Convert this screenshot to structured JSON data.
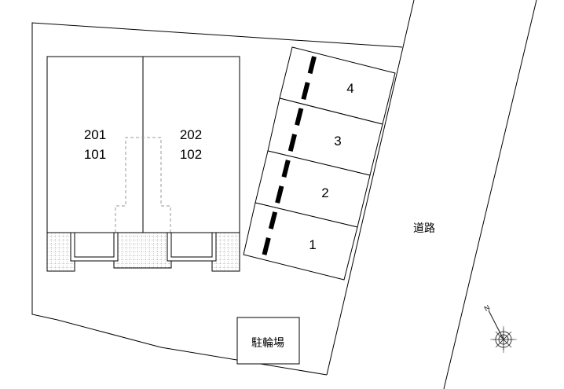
{
  "building": {
    "left_units": [
      "201",
      "101"
    ],
    "right_units": [
      "202",
      "102"
    ]
  },
  "parking": [
    "1",
    "2",
    "3",
    "4"
  ],
  "road_label": "道路",
  "bicycle_parking_label": "駐輪場",
  "compass": {
    "label": "N"
  }
}
